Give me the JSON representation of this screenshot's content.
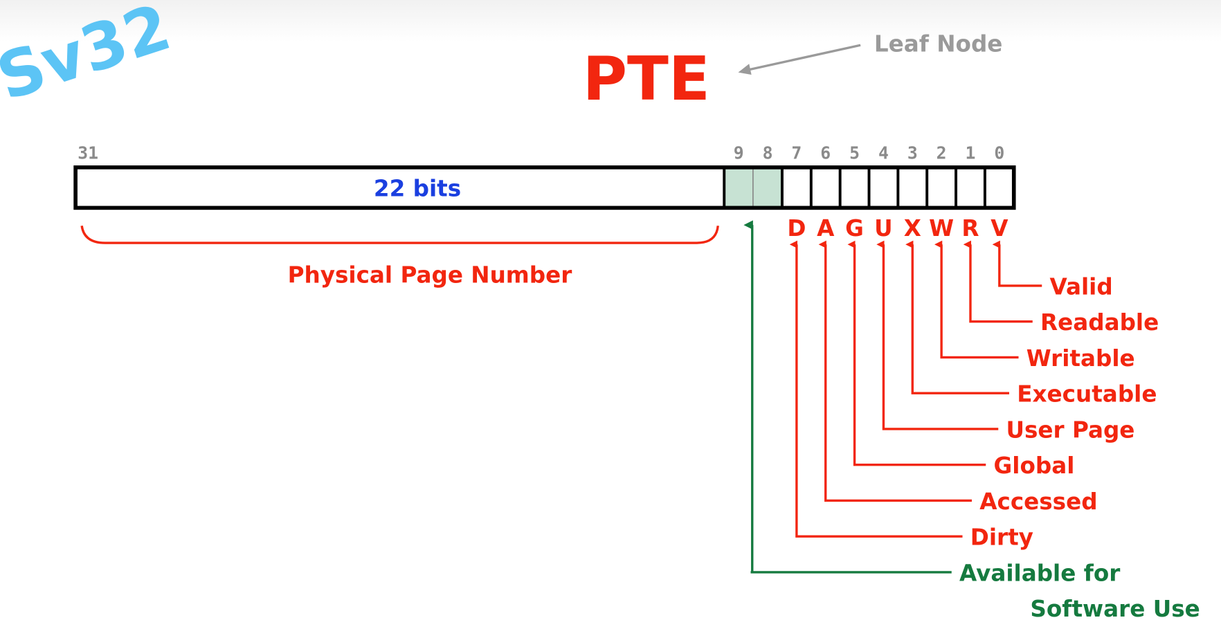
{
  "title": "PTE",
  "subtitle": "Sv32",
  "leaf_note": "Leaf Node",
  "ppn": {
    "bits_label": "22 bits",
    "label": "Physical Page Number",
    "high_bit": "31"
  },
  "bit_numbers": [
    "9",
    "8",
    "7",
    "6",
    "5",
    "4",
    "3",
    "2",
    "1",
    "0"
  ],
  "flags": [
    {
      "letter": "D",
      "name": "Dirty"
    },
    {
      "letter": "A",
      "name": "Accessed"
    },
    {
      "letter": "G",
      "name": "Global"
    },
    {
      "letter": "U",
      "name": "User Page"
    },
    {
      "letter": "X",
      "name": "Executable"
    },
    {
      "letter": "W",
      "name": "Writable"
    },
    {
      "letter": "R",
      "name": "Readable"
    },
    {
      "letter": "V",
      "name": "Valid"
    }
  ],
  "rsw": {
    "line1": "Available for",
    "line2": "Software Use"
  },
  "colors": {
    "red": "#f2260f",
    "green": "#157a3f",
    "blue": "#1a3fe0",
    "sky": "#5cc4f5",
    "rsw_fill": "#c7e2d3",
    "gray": "#9a9a9a"
  }
}
